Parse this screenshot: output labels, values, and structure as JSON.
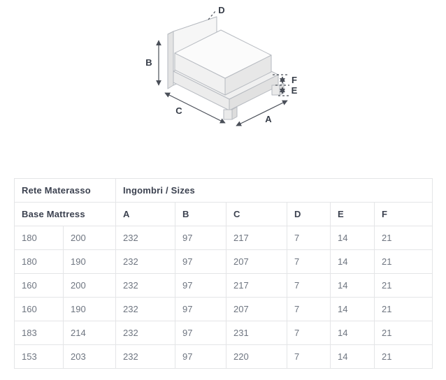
{
  "diagram": {
    "labels": {
      "a": "A",
      "b": "B",
      "c": "C",
      "d": "D",
      "e": "E",
      "f": "F"
    }
  },
  "table": {
    "header_left": "Rete Materasso",
    "header_right": "Ingombri / Sizes",
    "subheader_left": "Base Mattress",
    "columns": [
      "A",
      "B",
      "C",
      "D",
      "E",
      "F"
    ],
    "rows": [
      [
        "180",
        "200",
        "232",
        "97",
        "217",
        "7",
        "14",
        "21"
      ],
      [
        "180",
        "190",
        "232",
        "97",
        "207",
        "7",
        "14",
        "21"
      ],
      [
        "160",
        "200",
        "232",
        "97",
        "217",
        "7",
        "14",
        "21"
      ],
      [
        "160",
        "190",
        "232",
        "97",
        "207",
        "7",
        "14",
        "21"
      ],
      [
        "183",
        "214",
        "232",
        "97",
        "231",
        "7",
        "14",
        "21"
      ],
      [
        "153",
        "203",
        "232",
        "97",
        "220",
        "7",
        "14",
        "21"
      ]
    ]
  },
  "colors": {
    "table_border": "#e4e5e7",
    "header_text": "#3c4250",
    "value_text": "#6e7580",
    "dimension_line": "#4a4f58",
    "bed_outline": "#b6bac0"
  }
}
